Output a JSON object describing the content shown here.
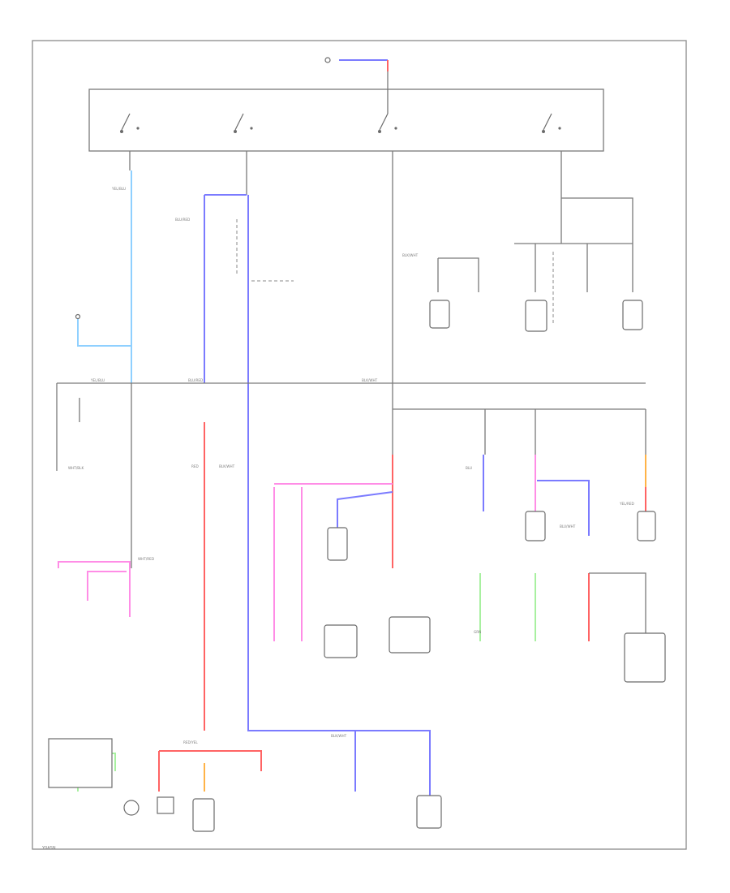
{
  "diagram": {
    "footer_code": "Y0ASN",
    "colors": {
      "blue": "#7b7bff",
      "light_blue": "#8fd0ff",
      "red": "#ff6464",
      "pink": "#ff8de6",
      "green": "#a8f0a0",
      "orange": "#ffb347",
      "wire": "#7a7a7a"
    },
    "labels": {
      "l1": "WHT/BLK",
      "l2": "WHT/RED",
      "l3": "BLK/WHT",
      "l4": "YEL/BLU",
      "l5": "BLU/RED",
      "l6": "RED",
      "l7": "GRN",
      "l8": "BLU",
      "l9": "RED/YEL",
      "l10": "BLU/WHT",
      "l11": "YEL/RED"
    }
  }
}
